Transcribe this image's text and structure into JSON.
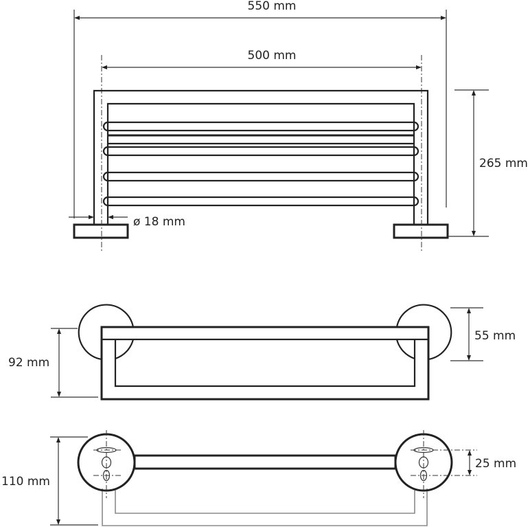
{
  "drawing": {
    "type": "technical dimension drawing",
    "subject": "wall-mounted towel shelf with rail",
    "views": [
      "front-view",
      "side-view",
      "top-view"
    ]
  },
  "front_view": {
    "overall_width_label": "550 mm",
    "center_distance_label": "500 mm",
    "height_label": "265 mm",
    "tube_diameter_label": "ø 18 mm"
  },
  "side_view": {
    "depth_label": "92 mm",
    "rosette_diameter_label": "55 mm"
  },
  "top_view": {
    "depth_label": "110 mm",
    "hole_spacing_label": "25 mm"
  },
  "colors": {
    "line": "#222222",
    "hidden_line": "#8a8a8a",
    "background": "#ffffff"
  }
}
